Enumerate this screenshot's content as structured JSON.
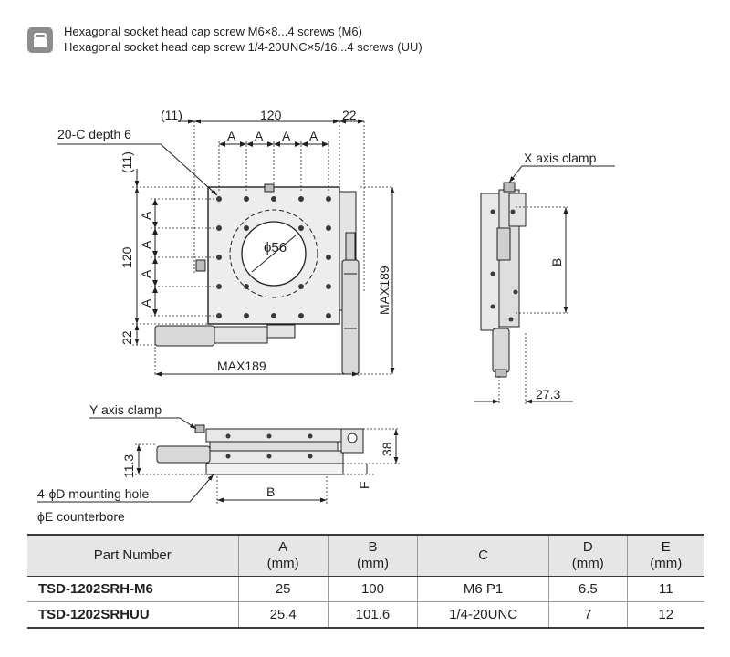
{
  "screw_note": {
    "icon": "screw-icon",
    "line1": "Hexagonal socket head cap screw M6×8...4 screws (M6)",
    "line2": "Hexagonal socket head cap screw 1/4-20UNC×5/16...4 screws (UU)"
  },
  "top_view": {
    "dim_11_top": "(11)",
    "dim_120_top": "120",
    "dim_22_top": "22",
    "pitch_label": "A",
    "tap_note": "20-C depth 6",
    "dim_11_side": "(11)",
    "dim_120_side": "120",
    "dim_22_side": "22",
    "bore": "ϕ56",
    "max_height": "MAX189",
    "max_width": "MAX189"
  },
  "side_view": {
    "x_clamp": "X axis clamp",
    "dim_b": "B",
    "dim_27_3": "27.3"
  },
  "front_view": {
    "y_clamp": "Y axis clamp",
    "dim_11_3": "11.3",
    "dim_38": "38",
    "dim_b": "B",
    "dim_f": "F",
    "mounting_hole": "4-ϕD  mounting hole",
    "counterbore": "ϕE counterbore"
  },
  "table": {
    "headers": {
      "part": "Part Number",
      "a": "A",
      "a_unit": "(mm)",
      "b": "B",
      "b_unit": "(mm)",
      "c": "C",
      "d": "D",
      "d_unit": "(mm)",
      "e": "E",
      "e_unit": "(mm)"
    },
    "rows": [
      {
        "part": "TSD-1202SRH-M6",
        "a": "25",
        "b": "100",
        "c": "M6 P1",
        "d": "6.5",
        "e": "11"
      },
      {
        "part": "TSD-1202SRHUU",
        "a": "25.4",
        "b": "101.6",
        "c": "1/4-20UNC",
        "d": "7",
        "e": "12"
      }
    ]
  }
}
